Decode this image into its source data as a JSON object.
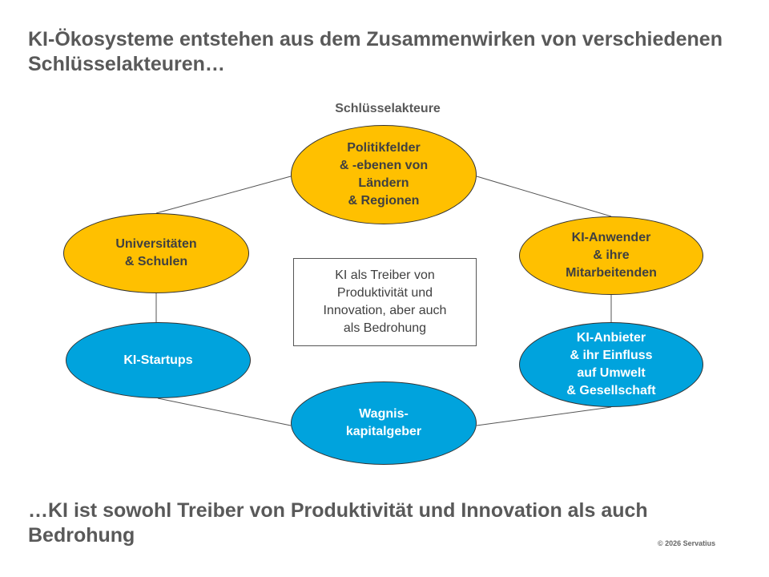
{
  "title": "KI-Ökosysteme entstehen aus dem Zusammenwirken von verschiedenen Schlüsselakteuren…",
  "conclusion": "…KI ist sowohl Treiber von Produktivität und Innovation als auch Bedrohung",
  "diagram": {
    "label": "Schlüsselakteure",
    "center_text": "KI als Treiber von\nProduktivität und\nInnovation, aber auch\nals Bedrohung",
    "actors": {
      "politik": "Politikfelder\n& -ebenen von\nLändern\n& Regionen",
      "universitaeten": "Universitäten\n& Schulen",
      "anwender": "KI-Anwender\n& ihre\nMitarbeitenden",
      "startups": "KI-Startups",
      "anbieter": "KI-Anbieter\n& ihr Einfluss\nauf Umwelt\n& Gesellschaft",
      "wagnis": "Wagnis-\nkapitalgeber"
    },
    "colors": {
      "gold": "#FFC000",
      "blue": "#00A3DD",
      "text": "#595959"
    }
  },
  "copyright": "© 2026 Servatius"
}
